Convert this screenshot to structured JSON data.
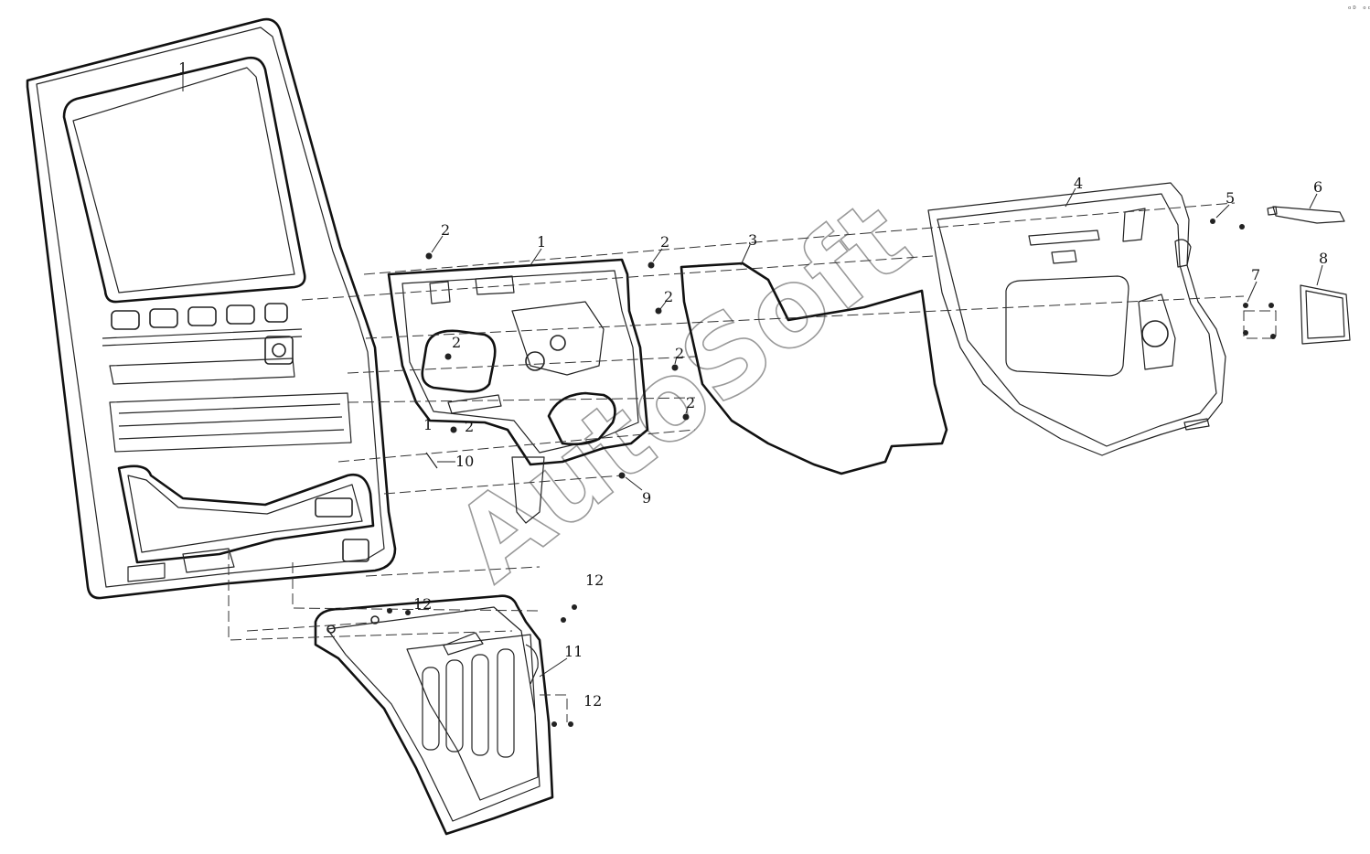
{
  "callouts": {
    "c1_frame": "1",
    "c1_panel": "1",
    "c1_small": "1",
    "c2_a": "2",
    "c2_b": "2",
    "c2_c": "2",
    "c2_d": "2",
    "c2_e": "2",
    "c2_f": "2",
    "c2_g": "2",
    "c3": "3",
    "c4": "4",
    "c5": "5",
    "c6": "6",
    "c7": "7",
    "c8": "8",
    "c9": "9",
    "c10": "10",
    "c11": "11",
    "c12_a": "12",
    "c12_b": "12",
    "c12_c": "12"
  },
  "watermark": "AutoSoft",
  "corner_mark": "ᵒᴰ ᵒᵒᵒ"
}
